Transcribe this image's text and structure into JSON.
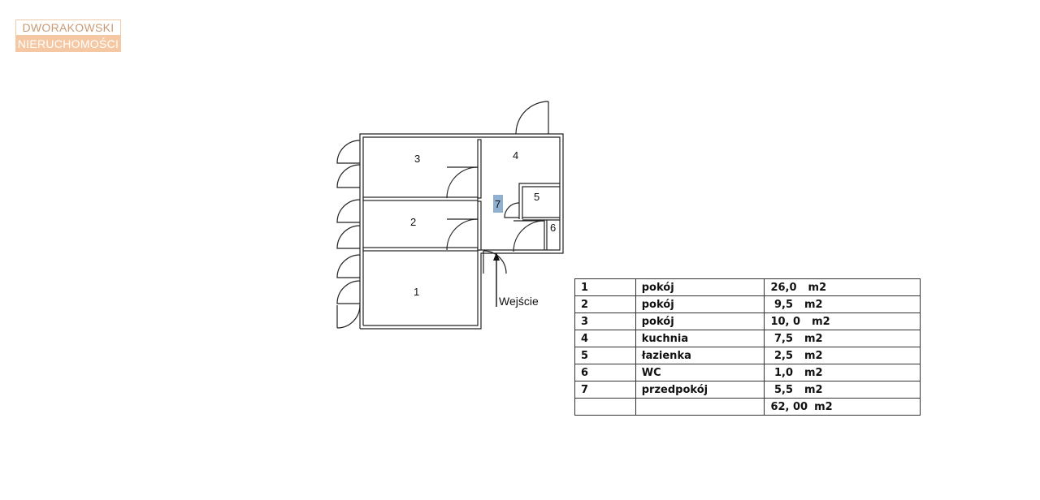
{
  "logo": {
    "line1": "DWORAKOWSKI",
    "line2": "NIERUCHOMOŚCI",
    "colors": {
      "outline": "#f0c9a6",
      "fill": "#f5c8a3"
    }
  },
  "plan": {
    "rooms": [
      {
        "number": "1"
      },
      {
        "number": "2"
      },
      {
        "number": "3"
      },
      {
        "number": "4"
      },
      {
        "number": "5"
      },
      {
        "number": "6"
      },
      {
        "number": "7"
      }
    ],
    "entrance_label": "Wejście",
    "highlight_color": "#8fb0cf"
  },
  "table": {
    "rows": [
      {
        "no": "1",
        "name": "pokój",
        "area": "26,0",
        "unit": "m2"
      },
      {
        "no": "2",
        "name": "pokój",
        "area": " 9,5",
        "unit": "m2"
      },
      {
        "no": "3",
        "name": "pokój",
        "area": "10, 0",
        "unit": "m2"
      },
      {
        "no": "4",
        "name": "kuchnia",
        "area": " 7,5",
        "unit": "m2"
      },
      {
        "no": "5",
        "name": "łazienka",
        "area": " 2,5",
        "unit": "m2"
      },
      {
        "no": "6",
        "name": "WC",
        "area": " 1,0",
        "unit": "m2"
      },
      {
        "no": "7",
        "name": "przedpokój",
        "area": " 5,5",
        "unit": "m2"
      }
    ],
    "total": {
      "no": "",
      "name": "",
      "area": "62, 00",
      "unit": "m2"
    }
  }
}
